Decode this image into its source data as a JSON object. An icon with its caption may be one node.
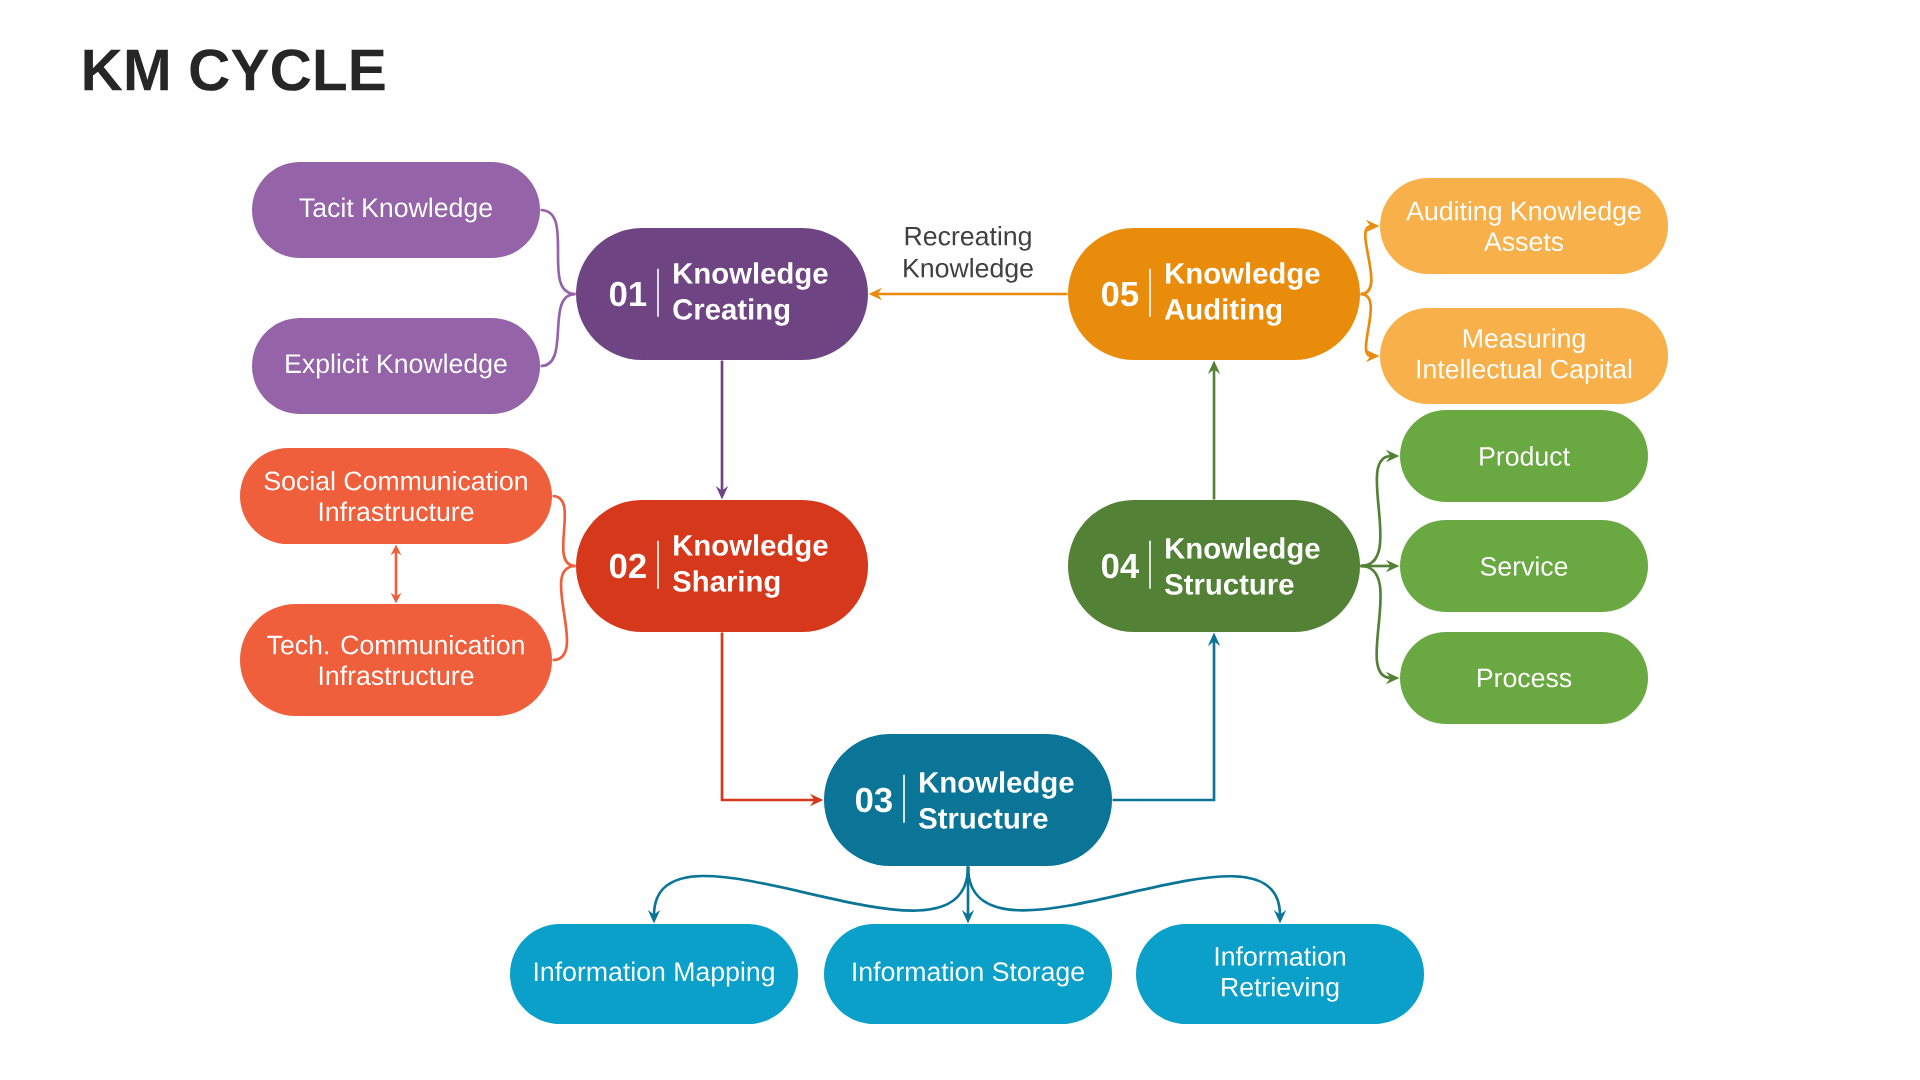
{
  "diagram": {
    "title": "KM CYCLE",
    "nodes": [
      {
        "text": [
          "Tacit Knowledge"
        ]
      },
      {
        "text": [
          "01",
          "Knowledge Creating"
        ]
      },
      {
        "text": [
          "05",
          "Knowledge Auditing"
        ]
      },
      {
        "text": [
          "Auditing Knowledge Assets"
        ]
      },
      {
        "text": [
          "Explicit Knowledge"
        ]
      },
      {
        "text": [
          "Measuring Intellectual Capital"
        ]
      },
      {
        "text": [
          "Product"
        ]
      },
      {
        "text": [
          "Social Communication Infrastructure"
        ]
      },
      {
        "text": [
          "02",
          "Knowledge Sharing"
        ]
      },
      {
        "text": [
          "04",
          "Knowledge Structure"
        ]
      },
      {
        "text": [
          "Service"
        ]
      },
      {
        "text": [
          "Tech. Communication Infrastructure"
        ]
      },
      {
        "text": [
          "Process"
        ]
      },
      {
        "text": [
          "03",
          "Knowledge Structure"
        ]
      },
      {
        "text": [
          "Information Mapping"
        ]
      },
      {
        "text": [
          "Information Storage"
        ]
      },
      {
        "text": [
          "Information Retrieving"
        ]
      }
    ],
    "edges": [
      {
        "from": 0,
        "to": 1,
        "arrow": "none",
        "color": "#9564a8"
      },
      {
        "from": 4,
        "to": 1,
        "arrow": "none",
        "color": "#9564a8"
      },
      {
        "from": 1,
        "to": 8,
        "arrow": "to",
        "color": "#6f4482"
      },
      {
        "from": 7,
        "to": 8,
        "arrow": "none",
        "color": "#f05f3c"
      },
      {
        "from": 11,
        "to": 8,
        "arrow": "none",
        "color": "#f05f3c"
      },
      {
        "from": 7,
        "to": 11,
        "arrow": "both",
        "color": "#f05f3c"
      },
      {
        "from": 8,
        "to": 13,
        "arrow": "to",
        "color": "#d5381b"
      },
      {
        "from": 13,
        "to": 14,
        "arrow": "to",
        "color": "#0b7597"
      },
      {
        "from": 13,
        "to": 15,
        "arrow": "to",
        "color": "#0b7597"
      },
      {
        "from": 13,
        "to": 16,
        "arrow": "to",
        "color": "#0b7597"
      },
      {
        "from": 13,
        "to": 9,
        "arrow": "to",
        "color": "#0b7597"
      },
      {
        "from": 9,
        "to": 6,
        "arrow": "to",
        "color": "#538135"
      },
      {
        "from": 9,
        "to": 10,
        "arrow": "to",
        "color": "#538135"
      },
      {
        "from": 9,
        "to": 12,
        "arrow": "to",
        "color": "#538135"
      },
      {
        "from": 9,
        "to": 2,
        "arrow": "to",
        "color": "#538135"
      },
      {
        "from": 2,
        "to": 3,
        "arrow": "to",
        "color": "#e98b0b"
      },
      {
        "from": 2,
        "to": 5,
        "arrow": "to",
        "color": "#e98b0b"
      },
      {
        "from": 2,
        "to": 1,
        "arrow": "to",
        "color": "#e98b0b",
        "label": "Recreating Knowledge"
      }
    ]
  }
}
